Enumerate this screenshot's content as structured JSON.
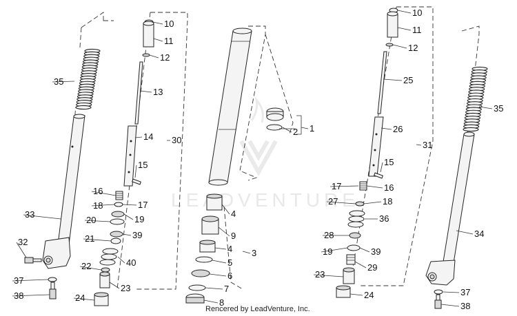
{
  "watermark": "LEADVENTURE",
  "credit": "Rencered by LeadVenture, Inc.",
  "callouts": [
    {
      "id": "l-35",
      "text": "35"
    },
    {
      "id": "l-33",
      "text": "33"
    },
    {
      "id": "l-32",
      "text": "32"
    },
    {
      "id": "l-37a",
      "text": "37"
    },
    {
      "id": "l-38a",
      "text": "38"
    },
    {
      "id": "l-10a",
      "text": "10"
    },
    {
      "id": "l-11a",
      "text": "11"
    },
    {
      "id": "l-12a",
      "text": "12"
    },
    {
      "id": "l-13",
      "text": "13"
    },
    {
      "id": "l-14",
      "text": "14"
    },
    {
      "id": "l-30",
      "text": "30"
    },
    {
      "id": "l-15a",
      "text": "15"
    },
    {
      "id": "l-16a",
      "text": "16"
    },
    {
      "id": "l-17a",
      "text": "17"
    },
    {
      "id": "l-18a",
      "text": "18"
    },
    {
      "id": "l-19a",
      "text": "19"
    },
    {
      "id": "l-20",
      "text": "20"
    },
    {
      "id": "l-21",
      "text": "21"
    },
    {
      "id": "l-39a",
      "text": "39"
    },
    {
      "id": "l-40",
      "text": "40"
    },
    {
      "id": "l-22",
      "text": "22"
    },
    {
      "id": "l-23a",
      "text": "23"
    },
    {
      "id": "l-24a",
      "text": "24"
    },
    {
      "id": "l-1",
      "text": "1"
    },
    {
      "id": "l-2",
      "text": "2"
    },
    {
      "id": "l-4a",
      "text": "4"
    },
    {
      "id": "l-9",
      "text": "9"
    },
    {
      "id": "l-4b",
      "text": "4"
    },
    {
      "id": "l-3",
      "text": "3"
    },
    {
      "id": "l-5",
      "text": "5"
    },
    {
      "id": "l-6",
      "text": "6"
    },
    {
      "id": "l-7",
      "text": "7"
    },
    {
      "id": "l-8",
      "text": "8"
    },
    {
      "id": "l-10b",
      "text": "10"
    },
    {
      "id": "l-11b",
      "text": "11"
    },
    {
      "id": "l-12b",
      "text": "12"
    },
    {
      "id": "l-25",
      "text": "25"
    },
    {
      "id": "l-26",
      "text": "26"
    },
    {
      "id": "l-31",
      "text": "31"
    },
    {
      "id": "l-15b",
      "text": "15"
    },
    {
      "id": "l-17b",
      "text": "17"
    },
    {
      "id": "l-16b",
      "text": "16"
    },
    {
      "id": "l-27",
      "text": "27"
    },
    {
      "id": "l-18b",
      "text": "18"
    },
    {
      "id": "l-36",
      "text": "36"
    },
    {
      "id": "l-28",
      "text": "28"
    },
    {
      "id": "l-19b",
      "text": "19"
    },
    {
      "id": "l-39b",
      "text": "39"
    },
    {
      "id": "l-29",
      "text": "29"
    },
    {
      "id": "l-23b",
      "text": "23"
    },
    {
      "id": "l-24b",
      "text": "24"
    },
    {
      "id": "l-35b",
      "text": "35"
    },
    {
      "id": "l-34",
      "text": "34"
    },
    {
      "id": "l-37b",
      "text": "37"
    },
    {
      "id": "l-38b",
      "text": "38"
    }
  ]
}
